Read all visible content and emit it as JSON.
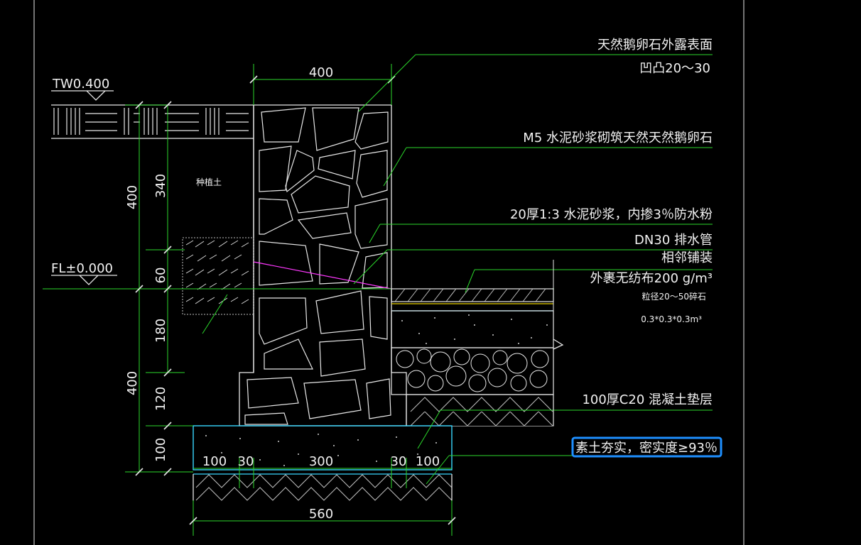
{
  "labels": {
    "stone_surface_1": "天然鹅卵石外露表面",
    "stone_surface_2": "凹凸20～30",
    "masonry": "M5 水泥砂浆砌筑天然天然鹅卵石",
    "mortar": "20厚1:3 水泥砂浆，内掺3％防水粉",
    "drain_pipe": "DN30 排水管",
    "paving": "相邻铺装",
    "geotextile": "外裹无纺布200 g/m³",
    "gravel": "粒径20～50碎石",
    "gravel_volume": "0.3*0.3*0.3m³",
    "concrete_pad": "100厚C20 混凝土垫层",
    "compaction": "素土夯实，密实度≥93％",
    "planting_soil": "种植土",
    "tw_elevation": "TW0.400",
    "fl_elevation": "FL±0.000"
  },
  "dimensions": {
    "top_width": "400",
    "left_400_top": "400",
    "left_340": "340",
    "left_60": "60",
    "left_180": "180",
    "left_400_bottom": "400",
    "left_120": "120",
    "left_100": "100",
    "bottom_100_left": "100",
    "bottom_30_left": "30",
    "bottom_300": "300",
    "bottom_30_right": "30",
    "bottom_100_right": "100",
    "bottom_560": "560"
  },
  "colors": {
    "background": "#000000",
    "leader_lines": "#2bd92b",
    "outline": "#e8e8e8",
    "concrete": "#38d7ff",
    "pipe": "#ff38ff",
    "highlight": "#1e8fff"
  }
}
